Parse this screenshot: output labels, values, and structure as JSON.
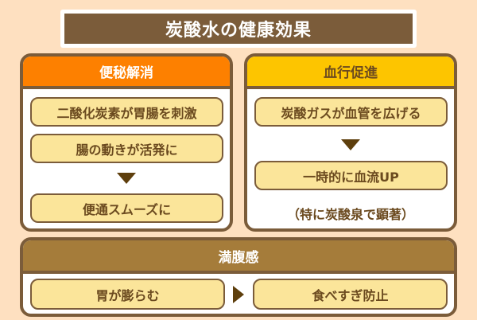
{
  "title": "炭酸水の健康効果",
  "panels": {
    "constipation": {
      "header": "便秘解消",
      "header_color": "#fd8000",
      "steps": [
        "二酸化炭素が胃腸を刺激",
        "腸の動きが活発に",
        "便通スムーズに"
      ]
    },
    "circulation": {
      "header": "血行促進",
      "header_color": "#fdc500",
      "steps": [
        "炭酸ガスが血管を広げる",
        "一時的に血流UP"
      ],
      "note": "（特に炭酸泉で顕著）"
    },
    "satiety": {
      "header": "満腹感",
      "header_color": "#a57c3a",
      "steps": [
        "胃が膨らむ",
        "食べすぎ防止"
      ]
    }
  },
  "colors": {
    "background": "#fee0c0",
    "title_bg": "#7b5c3a",
    "border": "#7b5c3a",
    "pill_fill": "#fbe59a",
    "arrow": "#5e3f0d"
  },
  "icons": {
    "down_arrow": "triangle-down",
    "right_arrow": "triangle-right"
  }
}
